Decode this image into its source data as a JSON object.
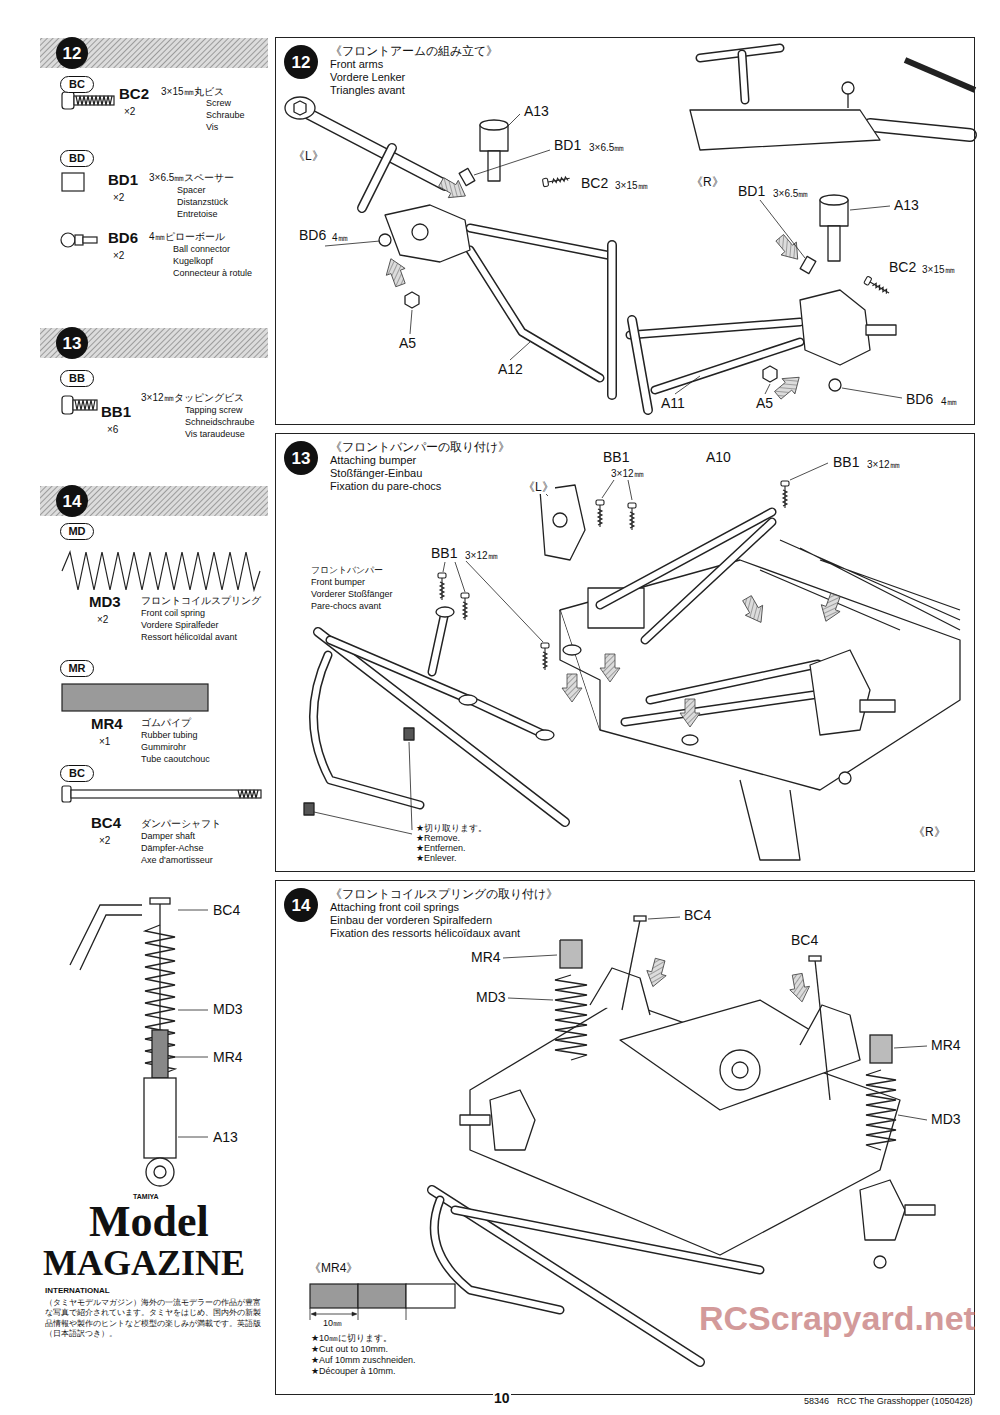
{
  "diagram": {
    "nodes": [
      {
        "text": [
          "《フロントアームの組み立て》",
          "Front arms",
          "Vordere Lenker",
          "Triangles avant"
        ]
      },
      {
        "text": [
          "12"
        ],
        "in": 0
      },
      {
        "text": [
          "《フロントバンパーの取り付け》",
          "Attaching bumper",
          "Stoßfänger-Einbau",
          "Fixation du pare-chocs"
        ]
      },
      {
        "text": [
          "13"
        ],
        "in": 2
      },
      {
        "text": [
          "《フロントコイルスプリングの取り付け》",
          "Attaching front coil springs",
          "Einbau der vorderen Spiralfedern",
          "Fixation des ressorts hélicoïdaux avant"
        ]
      },
      {
        "text": [
          "14"
        ],
        "in": 4
      },
      {
        "text": [
          "12"
        ]
      },
      {
        "text": [
          "BC"
        ]
      },
      {
        "text": [
          "BD"
        ]
      },
      {
        "text": [
          "13"
        ]
      },
      {
        "text": [
          "BB"
        ]
      },
      {
        "text": [
          "14"
        ]
      },
      {
        "text": [
          "MD"
        ]
      },
      {
        "text": [
          "MR"
        ]
      },
      {
        "text": [
          "BC"
        ]
      }
    ],
    "labels": [
      "BC2",
      "×2",
      "3×15㎜丸ビス",
      "Screw",
      "Schraube",
      "Vis",
      "BD1",
      "×2",
      "3×6.5㎜スペーサー",
      "Spacer",
      "Distanzstück",
      "Entretoise",
      "BD6",
      "×2",
      "4㎜ピローボール",
      "Ball connector",
      "Kugelkopf",
      "Connecteur à rotule",
      "BB1",
      "×6",
      "3×12㎜タッピングビス",
      "Tapping screw",
      "Schneidschraube",
      "Vis taraudeuse",
      "MD3",
      "×2",
      "フロントコイルスプリング",
      "Front coil spring",
      "Vordere Spiralfeder",
      "Ressort hélicoïdal avant",
      "MR4",
      "×1",
      "ゴムパイプ",
      "Rubber tubing",
      "Gummirohr",
      "Tube caoutchouc",
      "BC4",
      "×2",
      "ダンパーシャフト",
      "Damper shaft",
      "Dämpfer-Achse",
      "Axe d'amortisseur",
      "BC4",
      "MD3",
      "MR4",
      "A13",
      "TAMIYA",
      "Model",
      "MAGAZINE",
      "INTERNATIONAL",
      "（タミヤモデルマガジン）海外の一流モデラーの作品が豊富な写真で紹介されています。タミヤをはじめ、国内外の新製品情報や製作のヒントなど模型の楽しみが満載です。英語版（日本語訳つき）。",
      "《L》",
      "A13",
      "BD1",
      "3×6.5㎜",
      "BC2",
      "3×15㎜",
      "BD6",
      "4㎜",
      "A5",
      "A12",
      "《R》",
      "BD1",
      "3×6.5㎜",
      "A13",
      "BC2",
      "3×15㎜",
      "A11",
      "A5",
      "BD6",
      "4㎜",
      "BB1",
      "3×12㎜",
      "A10",
      "BB1",
      "3×12㎜",
      "《L》",
      "BB1",
      "3×12㎜",
      "フロントバンパー",
      "Front bumper",
      "Vorderer Stoßfänger",
      "Pare-chocs avant",
      "《R》",
      "★切り取ります。",
      "★Remove.",
      "★Entfernen.",
      "★Enlever.",
      "BC4",
      "BC4",
      "MR4",
      "MD3",
      "MR4",
      "MD3",
      "《MR4》",
      "10㎜",
      "★10㎜に切ります。",
      "★Cut out to 10mm.",
      "★Auf 10mm zuschneiden.",
      "★Découper à 10mm.",
      "10",
      "58346",
      "RCC The Grasshopper (1050428)",
      "RCScrapyard.net"
    ]
  }
}
